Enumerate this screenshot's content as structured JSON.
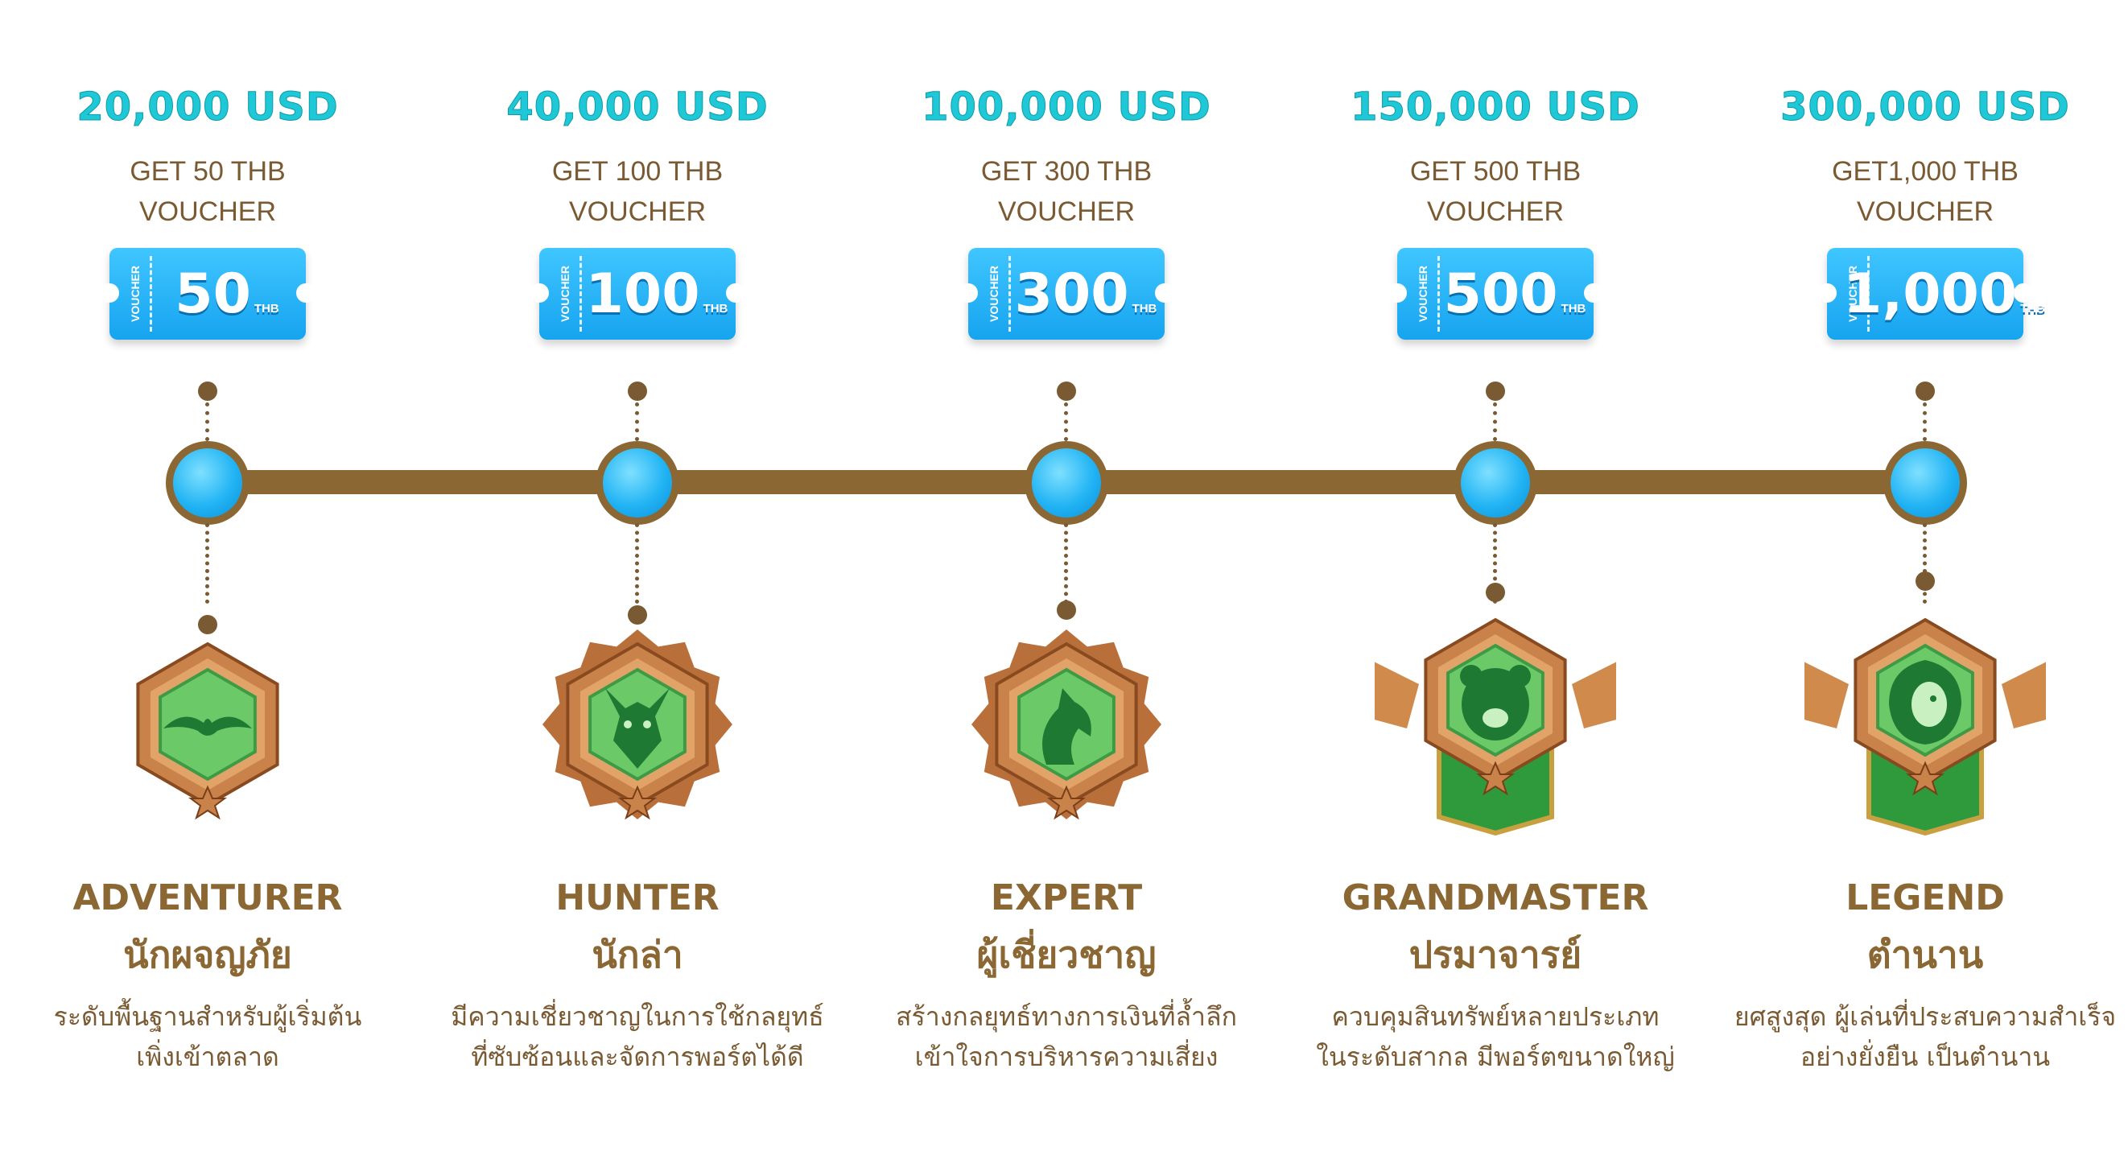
{
  "tiers": [
    {
      "price": "20,000 USD",
      "reward_line1": "GET 50 THB",
      "reward_line2": "VOUCHER",
      "voucher_stub": "VOUCHER",
      "voucher_amount": "50",
      "voucher_currency": "THB",
      "rank_en": "ADVENTURER",
      "rank_th": "นักผจญภัย",
      "desc_line1": "ระดับพื้นฐานสำหรับผู้เริ่มต้น",
      "desc_line2": "เพิ่งเข้าตลาด",
      "emblem": "eagle-icon"
    },
    {
      "price": "40,000 USD",
      "reward_line1": "GET 100 THB",
      "reward_line2": "VOUCHER",
      "voucher_stub": "VOUCHER",
      "voucher_amount": "100",
      "voucher_currency": "THB",
      "rank_en": "HUNTER",
      "rank_th": "นักล่า",
      "desc_line1": "มีความเชี่ยวชาญในการใช้กลยุทธ์",
      "desc_line2": "ที่ซับซ้อนและจัดการพอร์ตได้ดี",
      "emblem": "wolf-icon"
    },
    {
      "price": "100,000 USD",
      "reward_line1": "GET 300 THB",
      "reward_line2": "VOUCHER",
      "voucher_stub": "VOUCHER",
      "voucher_amount": "300",
      "voucher_currency": "THB",
      "rank_en": "EXPERT",
      "rank_th": "ผู้เชี่ยวชาญ",
      "desc_line1": "สร้างกลยุทธ์ทางการเงินที่ล้ำลึก",
      "desc_line2": "เข้าใจการบริหารความเสี่ยง",
      "emblem": "horse-icon"
    },
    {
      "price": "150,000 USD",
      "reward_line1": "GET 500 THB",
      "reward_line2": "VOUCHER",
      "voucher_stub": "VOUCHER",
      "voucher_amount": "500",
      "voucher_currency": "THB",
      "rank_en": "GRANDMASTER",
      "rank_th": "ปรมาจารย์",
      "desc_line1": "ควบคุมสินทรัพย์หลายประเภท",
      "desc_line2": "ในระดับสากล มีพอร์ตขนาดใหญ่",
      "emblem": "bear-icon"
    },
    {
      "price": "300,000 USD",
      "reward_line1": "GET1,000 THB",
      "reward_line2": "VOUCHER",
      "voucher_stub": "VOUCHER",
      "voucher_amount": "1,000",
      "voucher_currency": "THB",
      "rank_en": "LEGEND",
      "rank_th": "ตำนาน",
      "desc_line1": "ยศสูงสุด ผู้เล่นที่ประสบความสำเร็จ",
      "desc_line2": "อย่างยั่งยืน เป็นตำนาน",
      "emblem": "lion-icon"
    }
  ],
  "colors": {
    "price": "#1fc8d6",
    "brown": "#8b6733",
    "voucher": "#16a4f0",
    "badge_green": "#3fae4a",
    "badge_bronze": "#c9834a"
  }
}
